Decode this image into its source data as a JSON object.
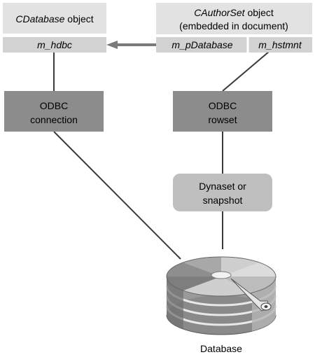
{
  "cdatabase": {
    "title_italic": "CDatabase",
    "title_rest": " object",
    "member": "m_hdbc"
  },
  "cauthorset": {
    "title_italic": "CAuthorSet",
    "title_rest": " object",
    "subtitle": "(embedded in document)",
    "member_left": "m_pDatabase",
    "member_right": "m_hstmnt"
  },
  "odbc_connection": {
    "line1": "ODBC",
    "line2": "connection"
  },
  "odbc_rowset": {
    "line1": "ODBC",
    "line2": "rowset"
  },
  "dynaset": {
    "line1": "Dynaset or",
    "line2": "snapshot"
  },
  "database": {
    "label": "Database"
  },
  "colors": {
    "box_light": "#e2e2e2",
    "box_mid": "#bfbfbf",
    "box_dark": "#8c8c8c",
    "line": "#3a3a3a",
    "arrow": "#7a7a7a"
  }
}
